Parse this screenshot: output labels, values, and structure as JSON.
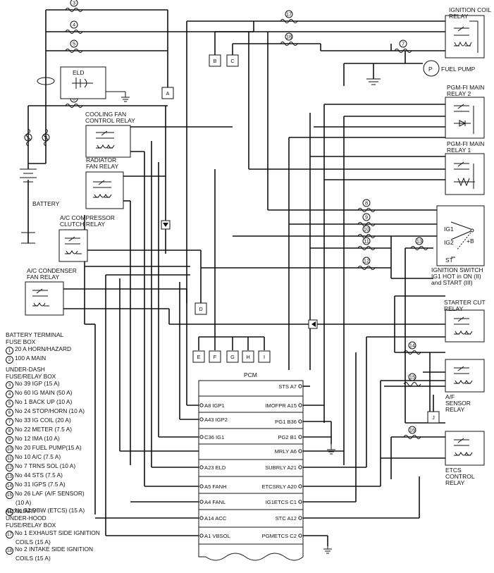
{
  "relays": {
    "ignition_coil": "IGNITION COIL\nRELAY",
    "pgmfi_main_2": "PGM-FI MAIN\nRELAY 2",
    "pgmfi_main_1": "PGM-FI MAIN\nRELAY 1",
    "cooling_fan": "COOLING FAN\nCONTROL RELAY",
    "radiator_fan": "RADIATOR\nFAN RELAY",
    "ac_compressor": "A/C COMPRESSOR\nCLUTCH RELAY",
    "ac_condenser": "A/C CONDENSER\nFAN RELAY",
    "starter_cut": "STARTER CUT\nRELAY",
    "af_sensor": "A/F\nSENSOR\nRELAY",
    "etcs_control": "ETCS\nCONTROL\nRELAY"
  },
  "components": {
    "eld": "ELD",
    "fuel_pump": "FUEL PUMP",
    "fuel_pump_symbol": "P",
    "battery": "BATTERY",
    "pcm": "PCM",
    "ignition_switch": "IGNITION SWITCH\nIG1 HOT in ON (II)\nand START (III)",
    "ig1": "IG1",
    "ig2": "IG2",
    "st": "ST",
    "plus_b": "+B"
  },
  "connectors": [
    "A",
    "B",
    "C",
    "D",
    "E",
    "F",
    "G",
    "H",
    "I",
    "J"
  ],
  "fuse_marks": [
    "1",
    "2",
    "3",
    "4",
    "5",
    "6",
    "7",
    "8",
    "9",
    "10",
    "11",
    "12",
    "13",
    "14",
    "15",
    "16",
    "17",
    "18"
  ],
  "pcm_left_pins": [
    "A8 IGP1",
    "A43 IGP2",
    "C36 IG1",
    "A23 ELD",
    "A5 FANH",
    "A4 FANL",
    "A14 ACC",
    "A1 VBSOL"
  ],
  "pcm_right_pins": [
    "STS A7",
    "IMOFPR A15",
    "PG1 B36",
    "PG2 B1",
    "MRLY A6",
    "SUBRLY A21",
    "ETCSRLY A20",
    "IG1ETCS C1",
    "STC A12",
    "PGMETCS C2"
  ],
  "legend": {
    "battery_box": {
      "title": "BATTERY TERMINAL\nFUSE BOX",
      "items": [
        {
          "n": "1",
          "text": "20 A HORN/HAZARD"
        },
        {
          "n": "2",
          "text": "100 A MAIN"
        }
      ]
    },
    "underdash": {
      "title": "UNDER-DASH\nFUSE/RELAY BOX",
      "items": [
        {
          "n": "3",
          "text": "No  39 IGP (15 A)"
        },
        {
          "n": "4",
          "text": "No  60 IG MAIN (50 A)"
        },
        {
          "n": "5",
          "text": "No   1 BACK UP (10 A)"
        },
        {
          "n": "6",
          "text": "No  24 STOP/HORN (10 A)"
        },
        {
          "n": "7",
          "text": "No  33 IG COIL (20 A)"
        },
        {
          "n": "8",
          "text": "No  22 METER (7.5 A)"
        },
        {
          "n": "9",
          "text": "No  12 IMA (10 A)"
        },
        {
          "n": "10",
          "text": "No  20 FUEL PUMP(15 A)"
        },
        {
          "n": "11",
          "text": "No  10 A/C (7.5 A)"
        },
        {
          "n": "12",
          "text": "No   7 TRNS  SOL (10 A)"
        },
        {
          "n": "13",
          "text": "No  44 STS (7.5 A)"
        },
        {
          "n": "14",
          "text": "No  31 IGPS (7.5 A)"
        },
        {
          "n": "15",
          "text": "No  26 LAF (A/F SENSOR)\n(10 A)"
        },
        {
          "n": "16",
          "text": "No  52 DBW (ETCS) (15 A)"
        }
      ]
    },
    "auxiliary": {
      "title": "AUXILIARY\nUNDER-HOOD\nFUSE/RELAY BOX",
      "items": [
        {
          "n": "17",
          "text": "No  1 EXHAUST SIDE IGNITION\nCOILS (15 A)"
        },
        {
          "n": "18",
          "text": "No  2 INTAKE SIDE IGNITION\nCOILS (15 A)"
        }
      ]
    }
  }
}
